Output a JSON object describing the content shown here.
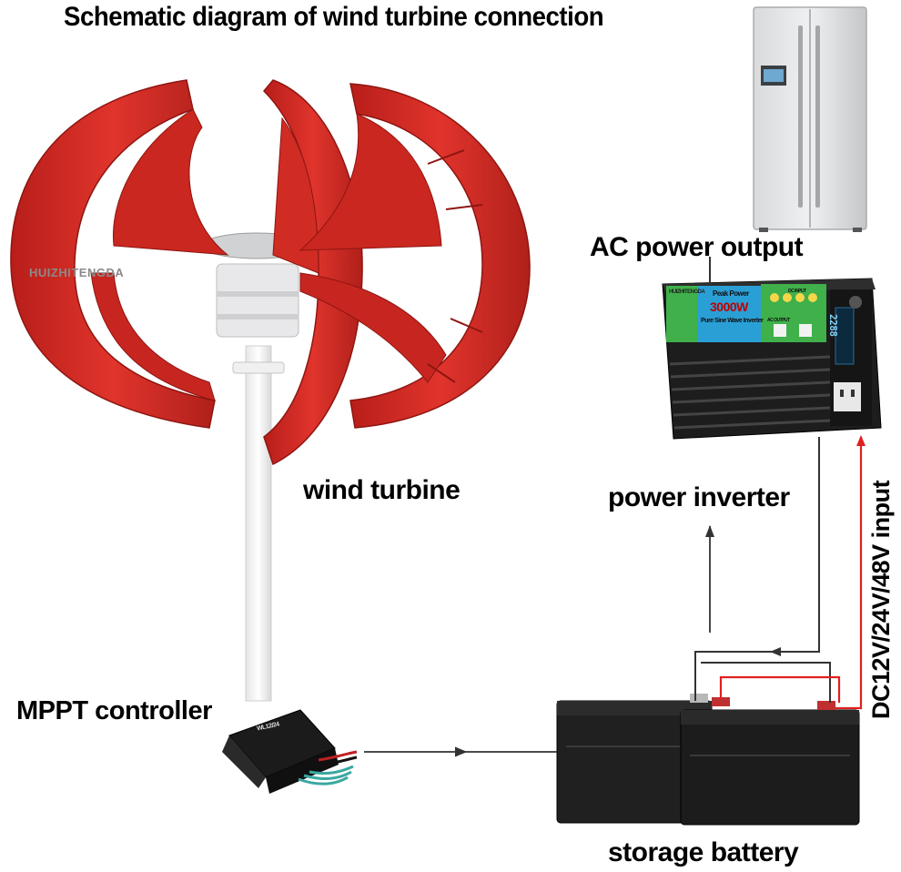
{
  "title": "Schematic diagram of wind turbine connection",
  "labels": {
    "wind_turbine": "wind turbine",
    "ac_power_output": "AC power output",
    "power_inverter": "power inverter",
    "mppt_controller": "MPPT controller",
    "storage_battery": "storage battery",
    "dc_input": "DC12V/24V/48V input"
  },
  "watermark": "HUIZHITENGDA",
  "inverter_panel": {
    "brand": "HUIZHITENGDA",
    "peak_power": "Peak Power",
    "watts": "3000W",
    "wave": "Pure Sine Wave Inverter",
    "dc_input": "DC INPUT",
    "ac_output": "AC OUTPUT",
    "display": "2288"
  },
  "controller_label": "WL12/24",
  "colors": {
    "turbine_red": "#d42a24",
    "wire_red": "#e02020",
    "wire_dark": "#333333",
    "battery_black": "#1c1c1c",
    "inverter_blue": "#2a9fd6",
    "inverter_green": "#3fb04a"
  },
  "icons": [
    "wind-turbine-icon",
    "refrigerator-icon",
    "inverter-icon",
    "battery-icon",
    "controller-icon",
    "arrow-icon"
  ]
}
